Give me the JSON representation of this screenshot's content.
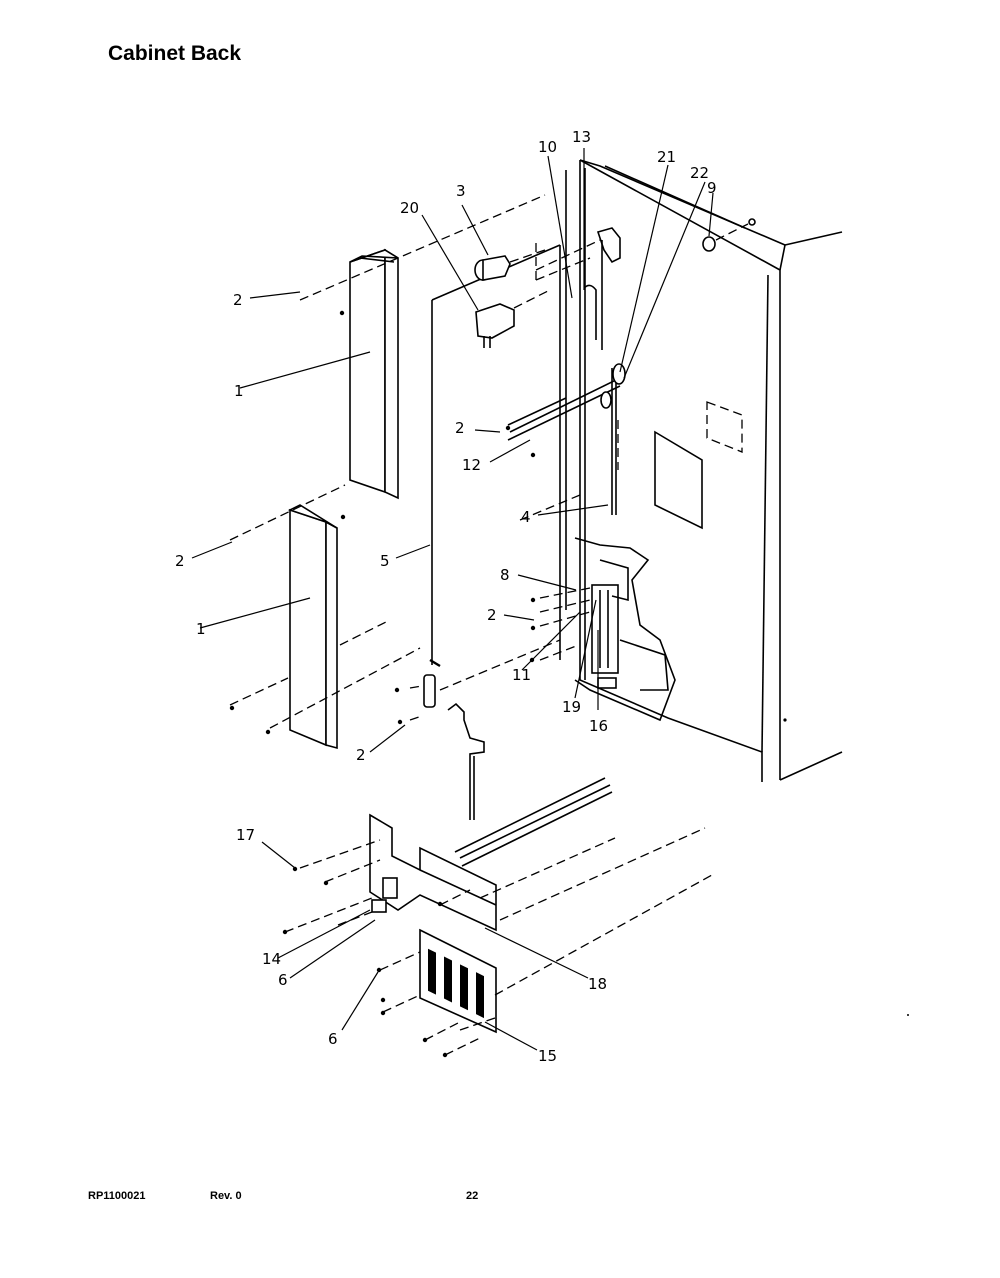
{
  "page": {
    "title": "Cabinet Back",
    "doc_number": "RP1100021",
    "revision": "Rev. 0",
    "page_number": "22"
  },
  "callouts": {
    "c1a": "1",
    "c1b": "1",
    "c2a": "2",
    "c2b": "2",
    "c2c": "2",
    "c2d": "2",
    "c2e": "2",
    "c3": "3",
    "c4": "4",
    "c5": "5",
    "c6a": "6",
    "c6b": "6",
    "c8": "8",
    "c9": "9",
    "c10": "10",
    "c11": "11",
    "c12": "12",
    "c13": "13",
    "c14": "14",
    "c15": "15",
    "c16": "16",
    "c17": "17",
    "c18": "18",
    "c19": "19",
    "c20": "20",
    "c21": "21",
    "c22": "22"
  }
}
